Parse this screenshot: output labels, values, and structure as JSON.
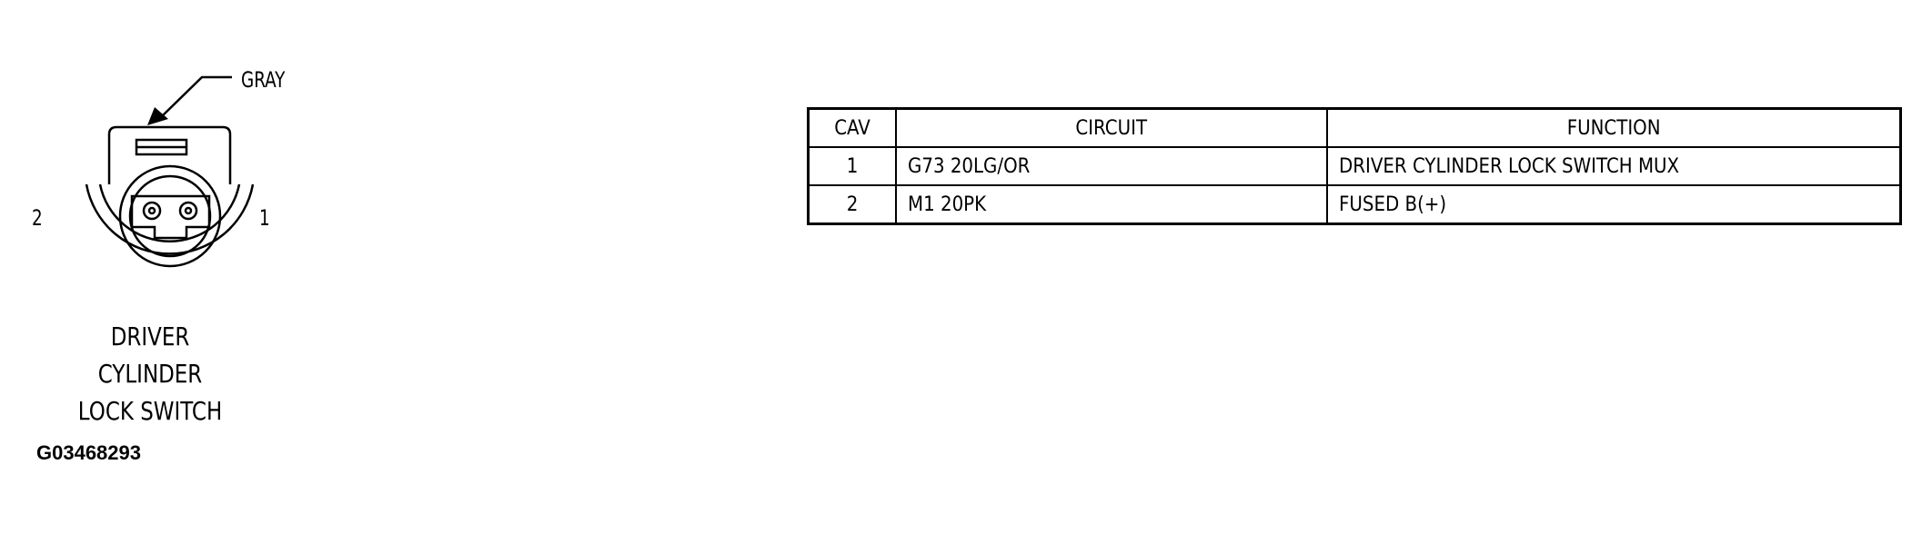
{
  "connector": {
    "wire_color_label": "GRAY",
    "pin_labels": {
      "left": "2",
      "right": "1"
    },
    "name_lines": [
      "DRIVER",
      "CYLINDER",
      "LOCK SWITCH"
    ],
    "figure_id": "G03468293"
  },
  "pinout_table": {
    "headers": {
      "cav": "CAV",
      "circuit": "CIRCUIT",
      "function": "FUNCTION"
    },
    "rows": [
      {
        "cav": "1",
        "circuit": "G73 20LG/OR",
        "function": "DRIVER CYLINDER LOCK SWITCH MUX"
      },
      {
        "cav": "2",
        "circuit": "M1 20PK",
        "function": "FUSED B(+)"
      }
    ]
  }
}
